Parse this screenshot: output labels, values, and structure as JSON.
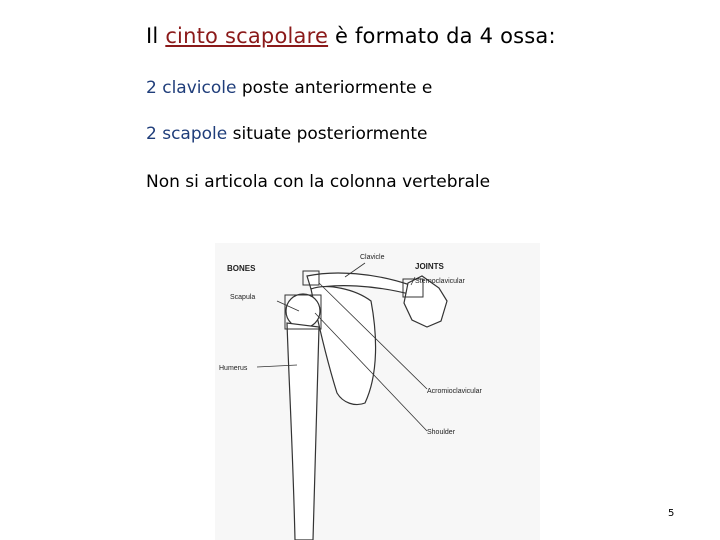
{
  "slide": {
    "title": {
      "prefix": "Il ",
      "highlight": "cinto scapolare",
      "suffix": " è formato da 4 ossa:"
    },
    "line1": {
      "highlight": "2 clavicole",
      "rest": " poste anteriormente e"
    },
    "line2": {
      "highlight": "2 scapole",
      "rest": " situate posteriormente"
    },
    "line3": {
      "text": "Non si articola con la colonna vertebrale"
    },
    "page_number": "5"
  },
  "diagram": {
    "headings": {
      "bones": "BONES",
      "joints": "JOINTS"
    },
    "labels": {
      "clavicle": "Clavicle",
      "scapula": "Scapula",
      "humerus": "Humerus",
      "sternoclavicular": "Sternoclavicular",
      "acromioclavicular": "Acromioclavicular",
      "shoulder": "Shoulder"
    }
  },
  "colors": {
    "highlight_title": "#8b1a1a",
    "highlight_text": "#1f3d7a"
  }
}
